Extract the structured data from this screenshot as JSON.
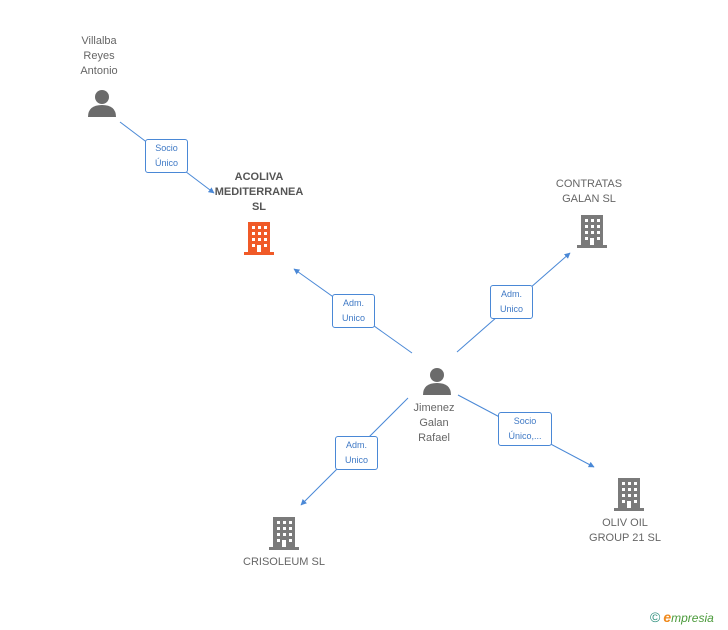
{
  "nodes": {
    "villalba": {
      "lines": [
        "Villalba",
        "Reyes",
        "Antonio"
      ]
    },
    "acoliva": {
      "lines": [
        "ACOLIVA",
        "MEDITERRANEA",
        "SL"
      ]
    },
    "contratas": {
      "lines": [
        "CONTRATAS",
        "GALAN  SL"
      ]
    },
    "jimenez": {
      "lines": [
        "Jimenez",
        "Galan",
        "Rafael"
      ]
    },
    "crisoleum": {
      "lines": [
        "CRISOLEUM SL"
      ]
    },
    "oliv": {
      "lines": [
        "OLIV OIL",
        "GROUP 21  SL"
      ]
    }
  },
  "edges": {
    "villalba_acoliva": {
      "lines": [
        "Socio",
        "Único"
      ]
    },
    "jimenez_acoliva": {
      "lines": [
        "Adm.",
        "Unico"
      ]
    },
    "jimenez_contratas": {
      "lines": [
        "Adm.",
        "Unico"
      ]
    },
    "jimenez_oliv": {
      "lines": [
        "Socio",
        "Único,..."
      ]
    },
    "jimenez_crisoleum": {
      "lines": [
        "Adm.",
        "Unico"
      ]
    }
  },
  "brand": {
    "copyright": "©",
    "first": "e",
    "rest": "mpresia"
  },
  "colors": {
    "edge": "#4a88d6",
    "company": "#7a7a7a",
    "highlight": "#f05a28",
    "person": "#6b6b6b"
  }
}
